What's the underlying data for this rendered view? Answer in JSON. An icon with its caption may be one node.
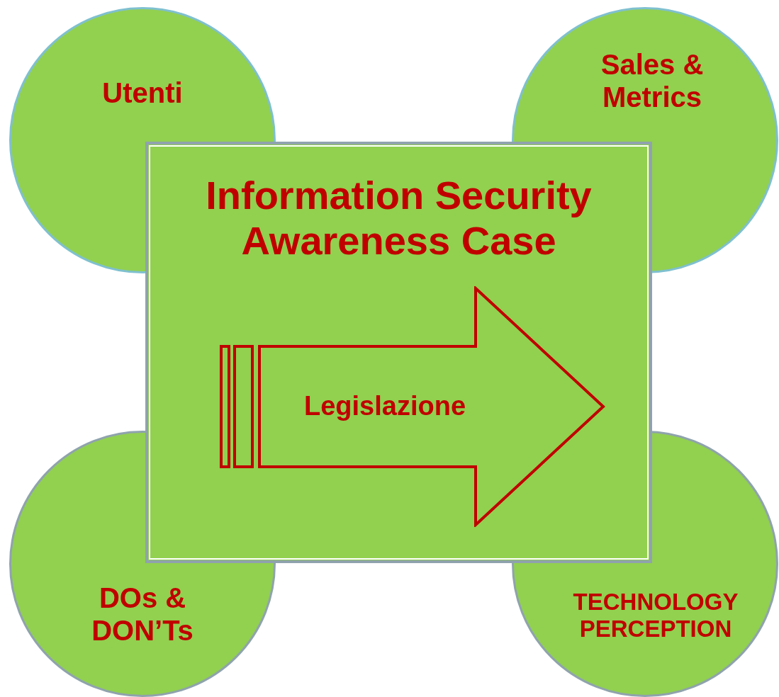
{
  "diagram": {
    "nodes": [
      {
        "text": [
          "Utenti"
        ]
      },
      {
        "text": [
          "Sales & Metrics"
        ]
      },
      {
        "text": [
          "Information Security Awareness Case"
        ]
      },
      {
        "text": [
          "Legislazione"
        ],
        "in": 2
      },
      {
        "text": [
          "DOs & DON’Ts"
        ]
      },
      {
        "text": [
          "TECHNOLOGY PERCEPTION"
        ]
      }
    ],
    "edges": []
  }
}
